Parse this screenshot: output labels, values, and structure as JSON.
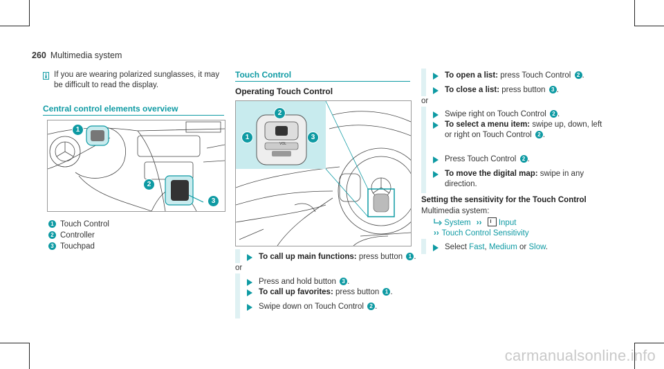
{
  "header": {
    "page_number": "260",
    "section": "Multimedia system"
  },
  "note": {
    "icon": "info-icon",
    "text": "If you are wearing polarized sunglasses, it may be difficult to read the display."
  },
  "left": {
    "heading": "Central control elements overview",
    "figure_callouts": [
      "1",
      "2",
      "3"
    ],
    "legend": [
      {
        "num": "1",
        "label": "Touch Control"
      },
      {
        "num": "2",
        "label": "Controller"
      },
      {
        "num": "3",
        "label": "Touchpad"
      }
    ]
  },
  "middle": {
    "heading": "Touch Control",
    "subheading": "Operating Touch Control",
    "figure_callouts": [
      "1",
      "2",
      "3"
    ],
    "figure_labels": {
      "vol": "VOL"
    },
    "steps": [
      {
        "bold": "To call up main functions:",
        "text": " press button ",
        "ref": "1",
        "end": "."
      },
      {
        "or": "or"
      },
      {
        "bold": "",
        "text": "Press and hold button ",
        "ref": "3",
        "end": "."
      },
      {
        "bold": "To call up favorites:",
        "text": " press button ",
        "ref": "1",
        "end": "."
      },
      {
        "bold": "",
        "text": "Swipe down on Touch Control ",
        "ref": "2",
        "end": "."
      }
    ]
  },
  "right": {
    "steps": [
      {
        "bold": "To open a list:",
        "text": " press Touch Control ",
        "ref": "2",
        "end": "."
      },
      {
        "bold": "To close a list:",
        "text": " press button ",
        "ref": "3",
        "end": "."
      },
      {
        "or": "or"
      },
      {
        "bold": "",
        "text": "Swipe right on Touch Control ",
        "ref": "2",
        "end": "."
      },
      {
        "bold": "To select a menu item:",
        "text": " swipe up, down, left",
        "text2": "or right on Touch Control ",
        "ref": "2",
        "end": "."
      },
      {
        "bold": "",
        "text": "Press Touch Control ",
        "ref": "2",
        "end": "."
      },
      {
        "bold": "To move the digital map:",
        "text": " swipe in any",
        "text2": "direction."
      }
    ],
    "sensitivity": {
      "heading": "Setting the sensitivity for the Touch Control",
      "subtitle": "Multimedia system:",
      "path1": "System",
      "path2": "Input",
      "path3": "Touch Control Sensitivity",
      "select_prefix": "Select ",
      "opt1": "Fast",
      "sep1": ", ",
      "opt2": "Medium",
      "sep2": " or ",
      "opt3": "Slow",
      "end": "."
    }
  },
  "watermark": "carmanualsonline.info",
  "colors": {
    "accent": "#0e9aa3",
    "highlight": "#c8ebee"
  }
}
